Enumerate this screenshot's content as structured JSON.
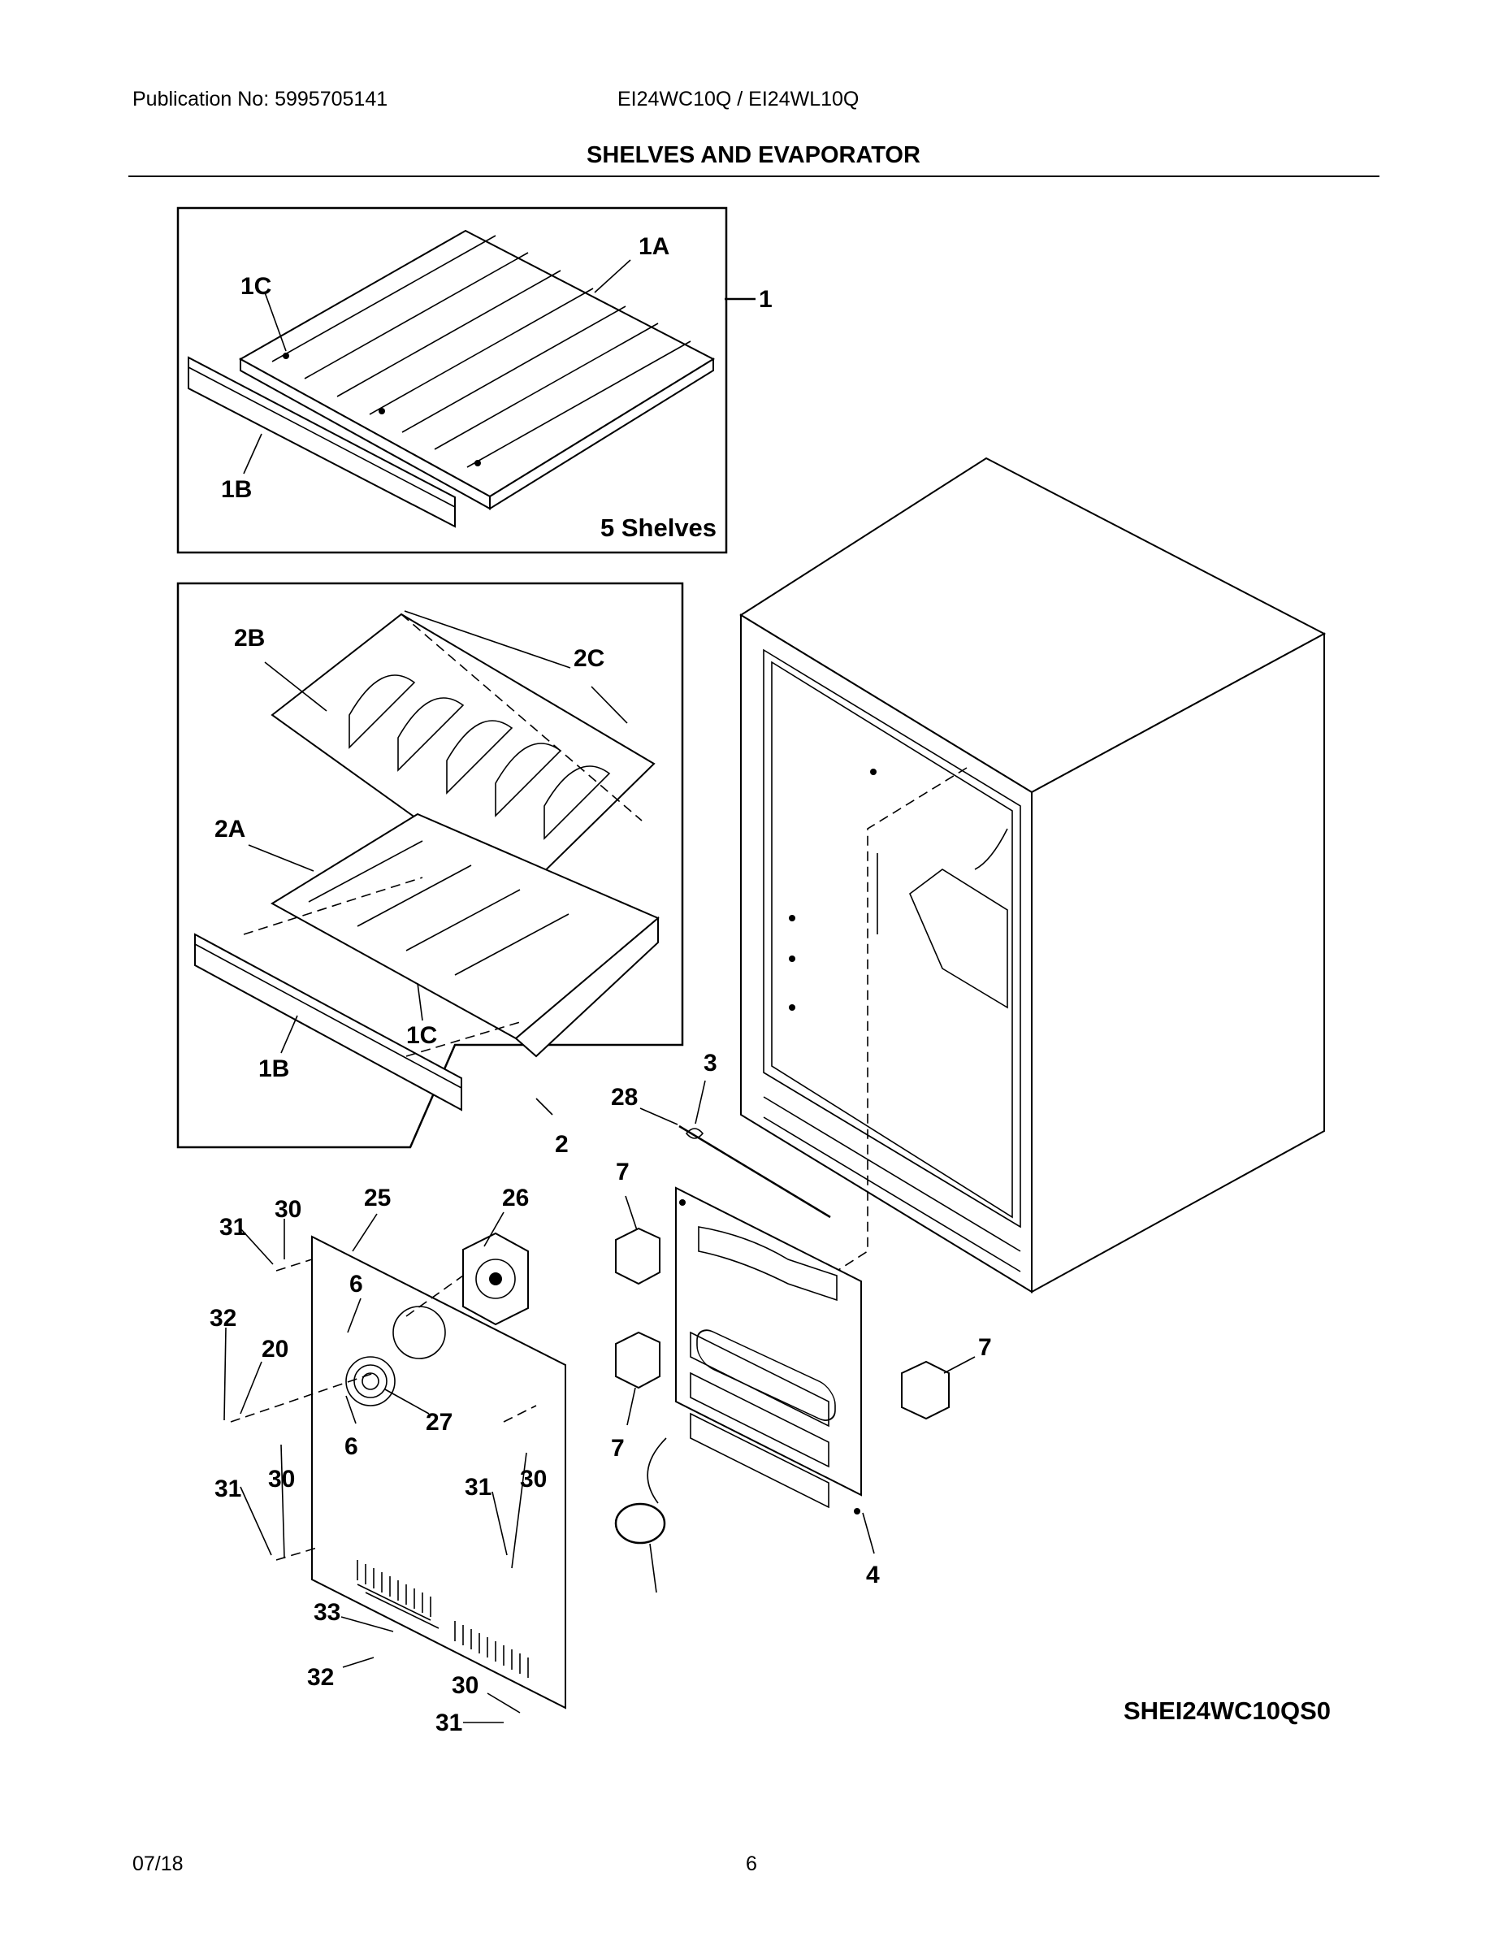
{
  "header": {
    "publication": "Publication No: 5995705141",
    "models": "EI24WC10Q / EI24WL10Q",
    "section_title": "SHELVES AND EVAPORATOR"
  },
  "diagram": {
    "shelf_box_note": "5 Shelves",
    "diagram_code": "SHEI24WC10QS0",
    "callouts": {
      "c1": "1",
      "c1A": "1A",
      "c1B": "1B",
      "c1C": "1C",
      "c1B2": "1B",
      "c1C2": "1C",
      "c2": "2",
      "c2A": "2A",
      "c2B": "2B",
      "c2C": "2C",
      "c3": "3",
      "c4": "4",
      "c28": "28",
      "c7a": "7",
      "c7b": "7",
      "c7c": "7",
      "c25": "25",
      "c26": "26",
      "c27": "27",
      "c6a": "6",
      "c6b": "6",
      "c20": "20",
      "c30a": "30",
      "c30b": "30",
      "c30c": "30",
      "c30d": "30",
      "c31a": "31",
      "c31b": "31",
      "c31c": "31",
      "c31d": "31",
      "c32a": "32",
      "c32b": "32",
      "c33": "33"
    }
  },
  "footer": {
    "date": "07/18",
    "page": "6"
  }
}
